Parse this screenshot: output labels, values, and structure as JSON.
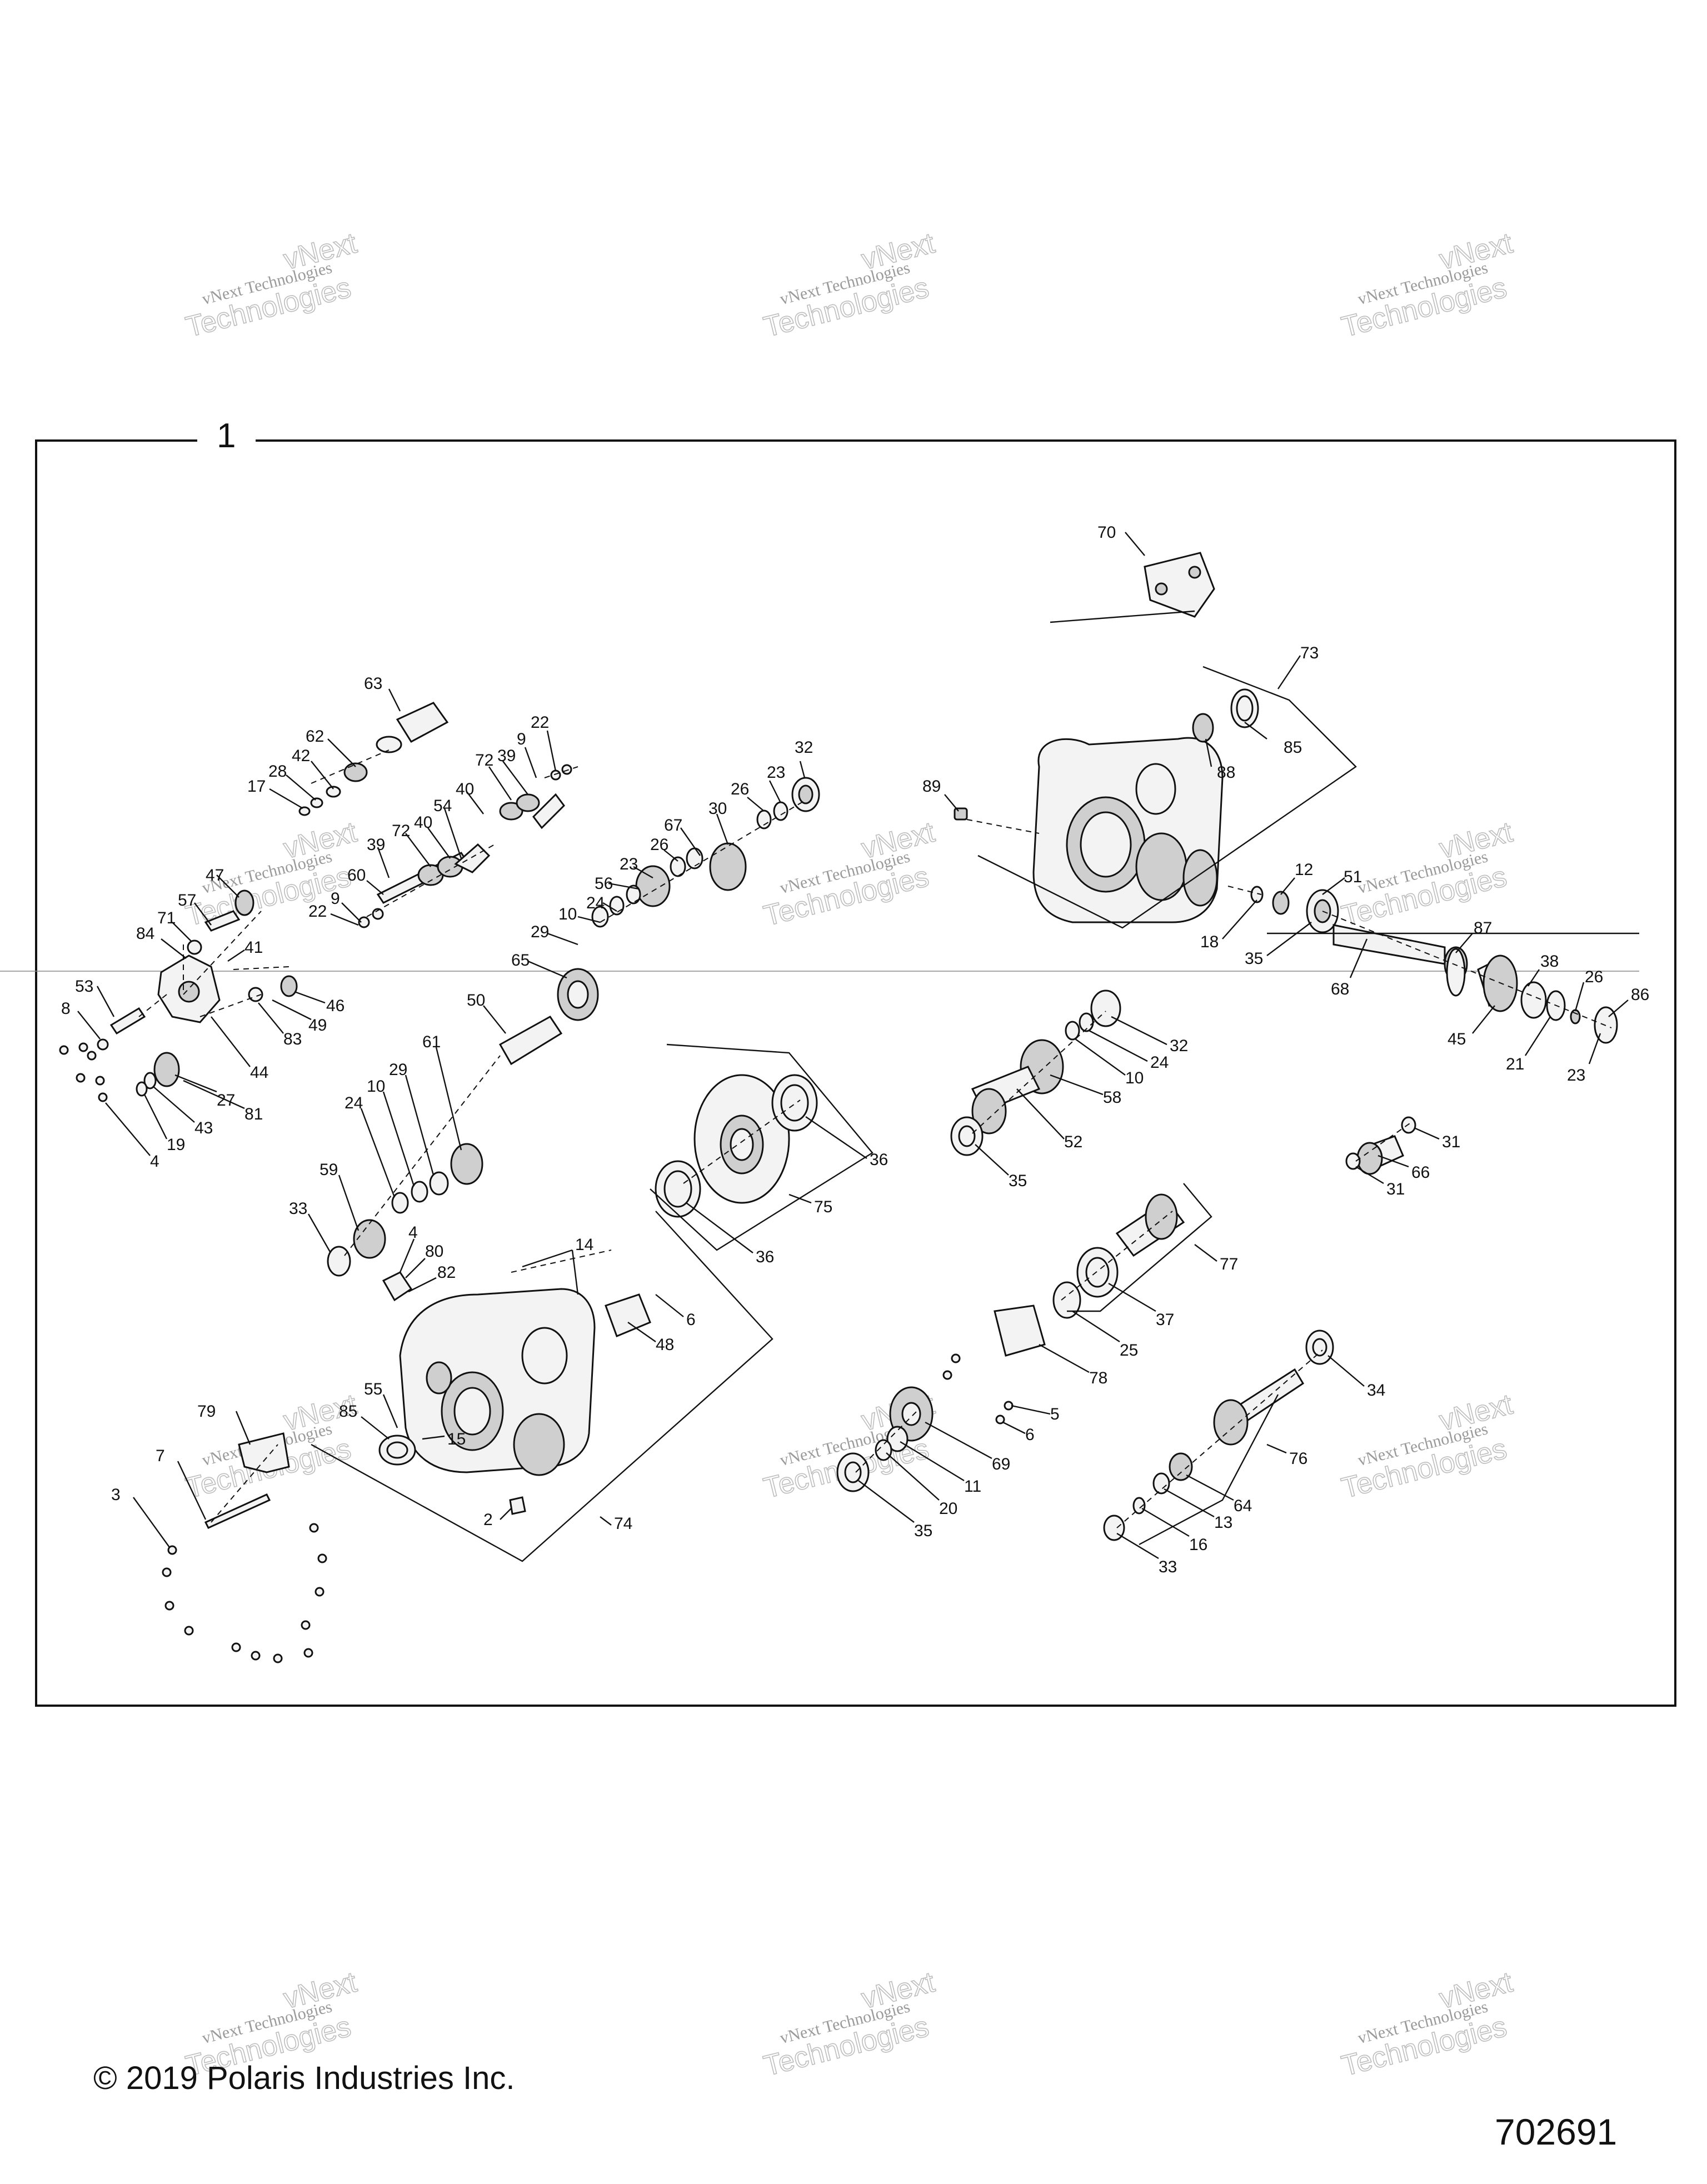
{
  "assembly_number": "1",
  "watermark": {
    "line1": "vNext",
    "line2": "Technologies",
    "line3": "vNext Technologies"
  },
  "copyright": "© 2019 Polaris Industries Inc.",
  "document_number": "702691",
  "callouts": {
    "c70": "70",
    "c73": "73",
    "c85a": "85",
    "c88": "88",
    "c89": "89",
    "c12": "12",
    "c51": "51",
    "c18": "18",
    "c35a": "35",
    "c68": "68",
    "c87": "87",
    "c38": "38",
    "c26a": "26",
    "c86": "86",
    "c45": "45",
    "c21": "21",
    "c23a": "23",
    "c63": "63",
    "c62": "62",
    "c42": "42",
    "c28": "28",
    "c17": "17",
    "c22a": "22",
    "c9a": "9",
    "c72a": "72",
    "c39a": "39",
    "c40a": "40",
    "c54": "54",
    "c72b": "72",
    "c40b": "40",
    "c39b": "39",
    "c60": "60",
    "c9b": "9",
    "c22b": "22",
    "c32a": "32",
    "c23b": "23",
    "c26b": "26",
    "c30": "30",
    "c67": "67",
    "c26c": "26",
    "c23c": "23",
    "c56": "56",
    "c24a": "24",
    "c10a": "10",
    "c29a": "29",
    "c65": "65",
    "c47": "47",
    "c57": "57",
    "c71": "71",
    "c84": "84",
    "c41": "41",
    "c53": "53",
    "c8": "8",
    "c46": "46",
    "c49": "49",
    "c83": "83",
    "c44": "44",
    "c27": "27",
    "c81": "81",
    "c43": "43",
    "c19": "19",
    "c4a": "4",
    "c50": "50",
    "c61": "61",
    "c29b": "29",
    "c10b": "10",
    "c24b": "24",
    "c59": "59",
    "c33a": "33",
    "c32b": "32",
    "c24c": "24",
    "c10c": "10",
    "c58": "58",
    "c52": "52",
    "c35b": "35",
    "c31a": "31",
    "c66": "66",
    "c31b": "31",
    "c36a": "36",
    "c75": "75",
    "c36b": "36",
    "c77": "77",
    "c37": "37",
    "c25": "25",
    "c78": "78",
    "c4b": "4",
    "c80": "80",
    "c82": "82",
    "c14": "14",
    "c6a": "6",
    "c48": "48",
    "c79": "79",
    "c55": "55",
    "c85b": "85",
    "c15": "15",
    "c2": "2",
    "c74": "74",
    "c7": "7",
    "c3": "3",
    "c5": "5",
    "c6b": "6",
    "c69": "69",
    "c11": "11",
    "c20": "20",
    "c35c": "35",
    "c34": "34",
    "c76": "76",
    "c64": "64",
    "c13": "13",
    "c16": "16",
    "c33b": "33"
  }
}
